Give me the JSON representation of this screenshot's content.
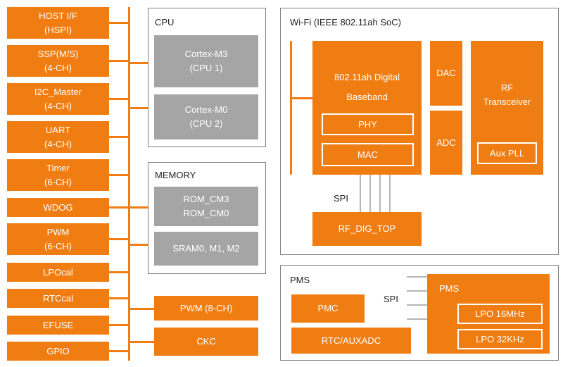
{
  "colors": {
    "orange": "#f07d12",
    "gray": "#a5a5a5",
    "frame": "#7f7f7f"
  },
  "peripherals": [
    {
      "line1": "HOST I/F",
      "line2": "(HSPI)"
    },
    {
      "line1": "SSP(M/S)",
      "line2": "(4-CH)"
    },
    {
      "line1": "I2C_Master",
      "line2": "(4-CH)"
    },
    {
      "line1": "UART",
      "line2": "(4-CH)"
    },
    {
      "line1": "Timer",
      "line2": "(6-CH)"
    },
    {
      "line1": "WDOG",
      "line2": ""
    },
    {
      "line1": "PWM",
      "line2": "(6-CH)"
    },
    {
      "line1": "LPOcal",
      "line2": ""
    },
    {
      "line1": "RTCcal",
      "line2": ""
    },
    {
      "line1": "EFUSE",
      "line2": ""
    },
    {
      "line1": "GPIO",
      "line2": ""
    }
  ],
  "cpu": {
    "title": "CPU",
    "core1": {
      "line1": "Cortex-M3",
      "line2": "(CPU 1)"
    },
    "core2": {
      "line1": "Cortex-M0",
      "line2": "(CPU 2)"
    }
  },
  "memory": {
    "title": "MEMORY",
    "rom": {
      "line1": "ROM_CM3",
      "line2": "ROM_CM0"
    },
    "sram": "SRAM0, M1, M2"
  },
  "bus_blocks": {
    "pwm8": "PWM (8-CH)",
    "ckc": "CKC"
  },
  "wifi": {
    "title": "Wi-Fi (IEEE 802.11ah SoC)",
    "baseband": {
      "line1": "802.11ah Digital",
      "line2": "Baseband"
    },
    "phy": "PHY",
    "mac": "MAC",
    "dac": "DAC",
    "adc": "ADC",
    "rf": {
      "line1": "RF",
      "line2": "Transceiver"
    },
    "aux_pll": "Aux PLL",
    "spi_label": "SPI",
    "rf_dig_top": "RF_DIG_TOP"
  },
  "pms": {
    "title": "PMS",
    "pmc": "PMC",
    "rtc_auxadc": "RTC/AUXADC",
    "spi_label": "SPI",
    "block_title": "PMS",
    "lpo16": "LPO 16MHz",
    "lpo32": "LPO 32KHz"
  }
}
